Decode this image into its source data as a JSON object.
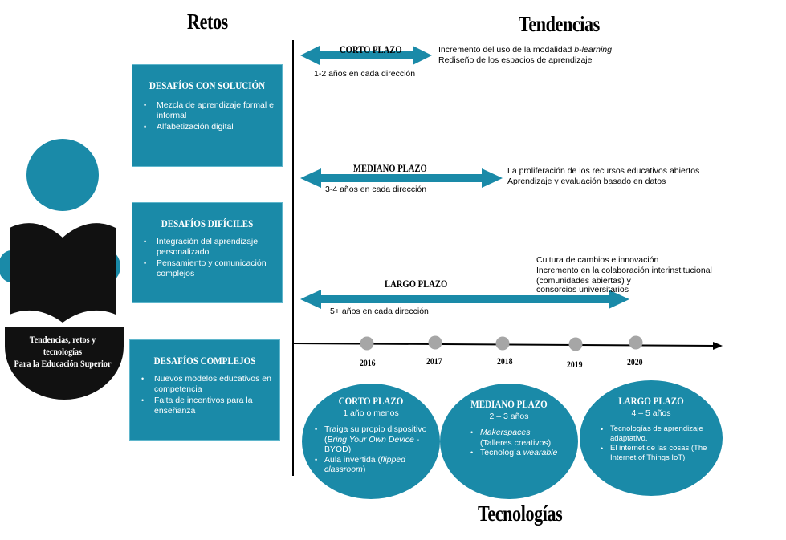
{
  "headings": {
    "retos": "Retos",
    "tendencias": "Tendencias",
    "tecnologias": "Tecnologías"
  },
  "book": {
    "line1": "Tendencias, retos y tecnologías",
    "line2": "Para la Educación Superior"
  },
  "challenges": [
    {
      "title": "DESAFÍOS CON SOLUCIÓN",
      "items": [
        "Mezcla de aprendizaje formal e informal",
        "Alfabetización digital"
      ]
    },
    {
      "title": "DESAFÍOS DIFÍCILES",
      "items": [
        "Integración del aprendizaje personalizado",
        "Pensamiento y comunicación complejos"
      ]
    },
    {
      "title": "DESAFÍOS COMPLEJOS",
      "items": [
        "Nuevos modelos educativos en competencia",
        "Falta de incentivos para la enseñanza"
      ]
    }
  ],
  "trends": [
    {
      "label": "CORTO PLAZO",
      "sub": "1-2 años en cada dirección",
      "items_plain1": "Incremento del uso de la modalidad ",
      "items_italic1": "b-learning",
      "item2": "Rediseño de los espacios de aprendizaje"
    },
    {
      "label": "MEDIANO PLAZO",
      "sub": "3-4 años en cada dirección",
      "item1": "La proliferación de los recursos educativos abiertos",
      "item2": "Aprendizaje y evaluación basado en datos"
    },
    {
      "label": "LARGO PLAZO",
      "sub": "5+ años en cada dirección",
      "item1": "Cultura de cambios e innovación",
      "item2": "Incremento en la colaboración interinstitucional",
      "item3": "(comunidades abiertas) y",
      "item4": "consorcios universitarios"
    }
  ],
  "years": [
    "2016",
    "2017",
    "2018",
    "2019",
    "2020"
  ],
  "technologies": [
    {
      "title": "CORTO PLAZO",
      "sub": "1 año o menos",
      "b1_plain": "Traiga su propio dispositivo (",
      "b1_italic": "Bring Your Own Device -",
      "b1_tail": "BYOD)",
      "b2_plain": "Aula invertida (",
      "b2_italic": "flipped classroom",
      "b2_tail": ")"
    },
    {
      "title": "MEDIANO PLAZO",
      "sub": "2 – 3 años",
      "b1_italic": "Makerspaces",
      "b1_tail": "(Talleres creativos)",
      "b2_plain": "Tecnología ",
      "b2_italic": "wearable"
    },
    {
      "title": "LARGO PLAZO",
      "sub": "4 – 5 años",
      "b1": "Tecnologías de aprendizaje adaptativo.",
      "b2": "El internet de las cosas (The Internet of Things IoT)"
    }
  ],
  "colors": {
    "teal": "#1a8aa8",
    "black": "#111111",
    "grey": "#a6a6a6"
  }
}
